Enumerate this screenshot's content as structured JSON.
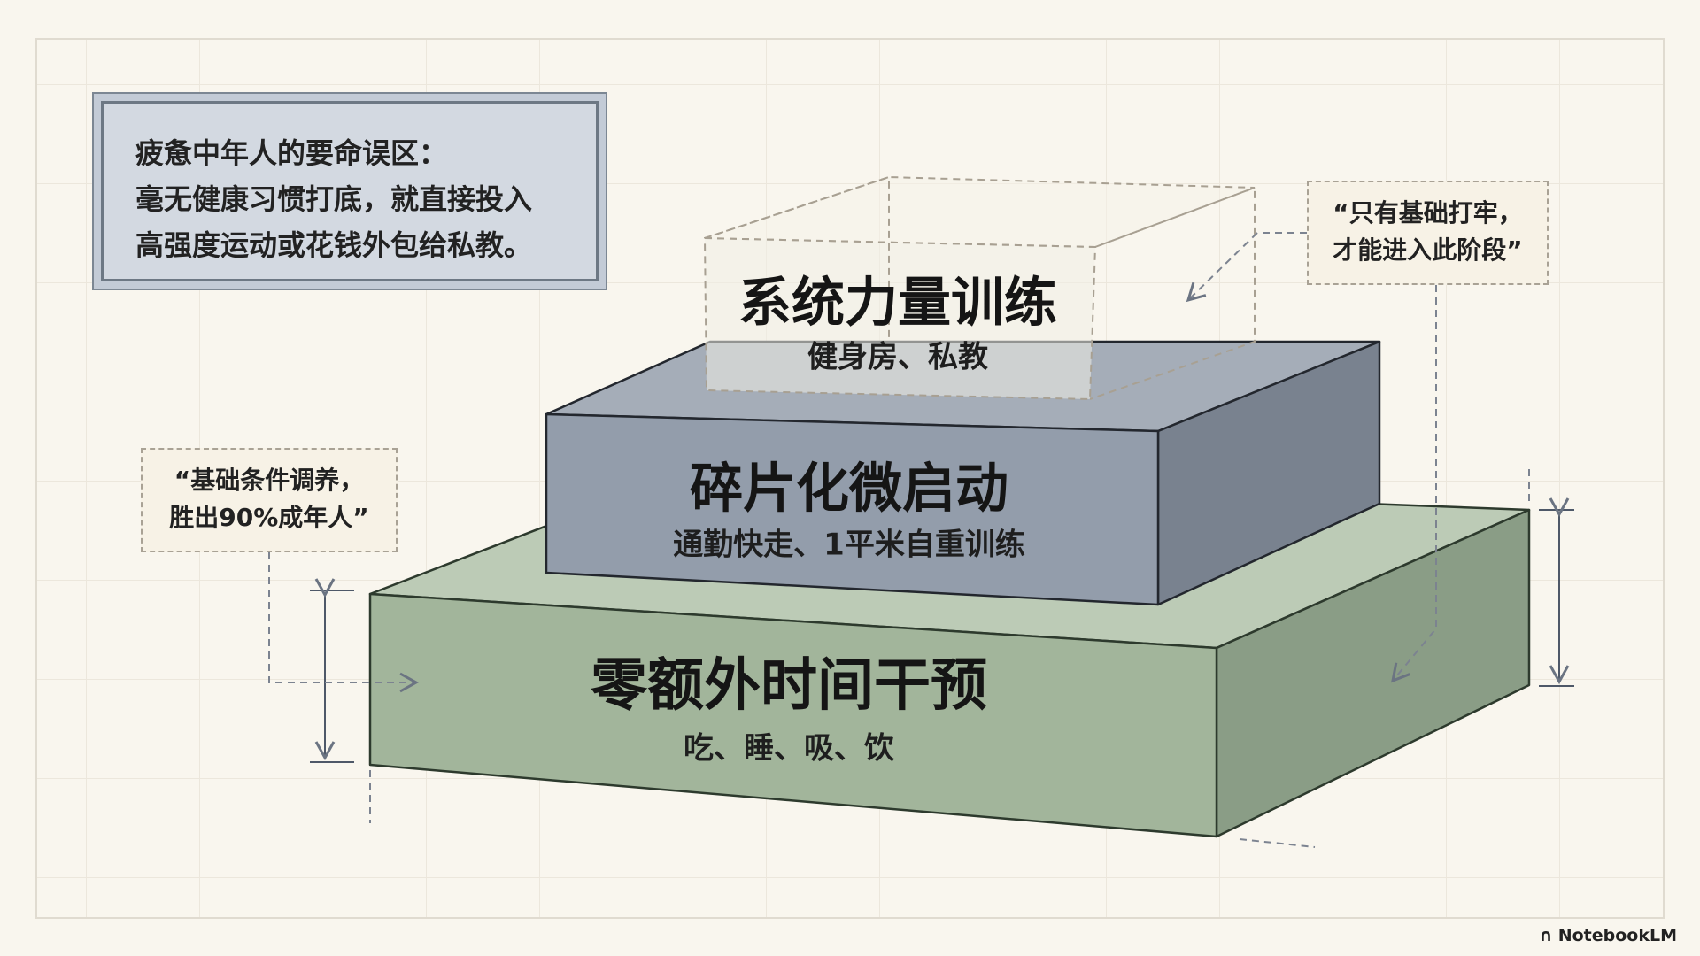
{
  "warning_box": {
    "lines": [
      "疲惫中年人的要命误区：",
      "毫无健康习惯打底，就直接投入",
      "高强度运动或花钱外包给私教。"
    ]
  },
  "tiers": [
    {
      "title": "系统力量训练",
      "subtitle": "健身房、私教"
    },
    {
      "title": "碎片化微启动",
      "subtitle": "通勤快走、1平米自重训练"
    },
    {
      "title": "零额外时间干预",
      "subtitle": "吃、睡、吸、饮"
    }
  ],
  "callouts": {
    "top_right": [
      "“只有基础打牢，",
      "才能进入此阶段”"
    ],
    "left": [
      "“基础条件调养，",
      "胜出90%成年人”"
    ]
  },
  "colors": {
    "base": "#a2b59b",
    "middle": "#8e98a6",
    "top": "#e9e7de",
    "background": "#f9f6ee"
  },
  "branding": {
    "logo_text": "NotebookLM"
  }
}
